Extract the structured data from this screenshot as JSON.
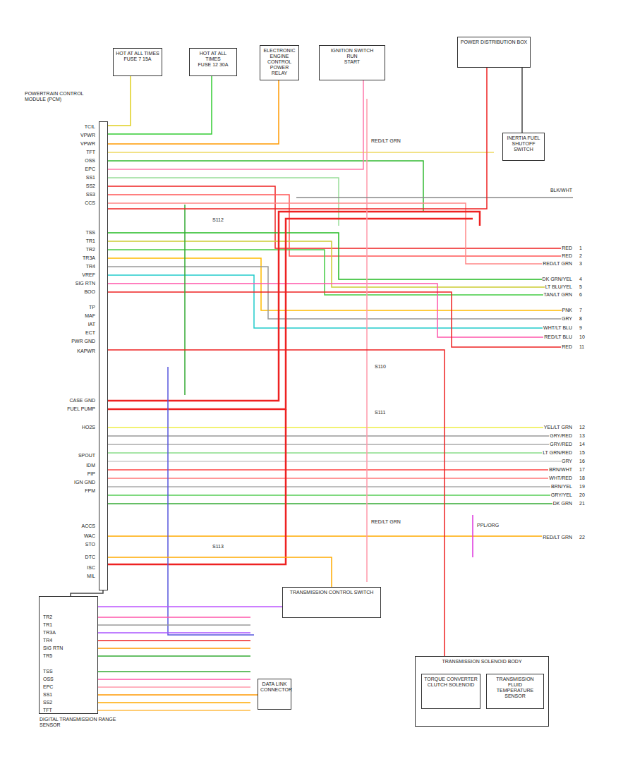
{
  "diagram": {
    "nodes": [
      {
        "text": [
          "POWERTRAIN CONTROL MODULE (PCM)"
        ]
      },
      {
        "text": [
          "DIGITAL TRANSMISSION RANGE SENSOR"
        ]
      },
      {
        "text": [
          "HOT AT ALL TIMES",
          "FUSE 7 15A"
        ]
      },
      {
        "text": [
          "HOT AT ALL TIMES",
          "FUSE 12 30A"
        ]
      },
      {
        "text": [
          "ELECTRONIC ENGINE CONTROL POWER RELAY"
        ]
      },
      {
        "text": [
          "IGNITION SWITCH",
          "RUN",
          "START"
        ]
      },
      {
        "text": [
          "POWER DISTRIBUTION BOX"
        ]
      },
      {
        "text": [
          "TRANSMISSION CONTROL SWITCH"
        ]
      },
      {
        "text": [
          "DATA LINK CONNECTOR"
        ]
      },
      {
        "text": [
          "TRANSMISSION SOLENOID BODY"
        ]
      },
      {
        "text": [
          "TORQUE CONVERTER CLUTCH SOLENOID"
        ],
        "in": 9
      },
      {
        "text": [
          "TRANSMISSION FLUID TEMPERATURE SENSOR"
        ],
        "in": 9
      },
      {
        "text": [
          "INERTIA FUEL SHUTOFF SWITCH"
        ]
      }
    ],
    "edges": [
      {
        "from": 0,
        "to": 2,
        "arrow": "none"
      },
      {
        "from": 0,
        "to": 3,
        "arrow": "none"
      },
      {
        "from": 0,
        "to": 4,
        "arrow": "none"
      },
      {
        "from": 0,
        "to": 5,
        "arrow": "none"
      },
      {
        "from": 0,
        "to": 6,
        "arrow": "none"
      },
      {
        "from": 0,
        "to": 1,
        "arrow": "none"
      },
      {
        "from": 1,
        "to": 7,
        "arrow": "none"
      },
      {
        "from": 1,
        "to": 8,
        "arrow": "none"
      },
      {
        "from": 0,
        "to": 9,
        "arrow": "none"
      },
      {
        "from": 6,
        "to": 12,
        "arrow": "none"
      },
      {
        "from": 0,
        "to": 7,
        "arrow": "none"
      }
    ],
    "labels": [
      "TCIL",
      "VPWR",
      "VPWR",
      "TFT",
      "OSS",
      "EPC",
      "SS1",
      "SS2",
      "SS3",
      "CCS",
      "TSS",
      "TR1",
      "TR2",
      "TR3A",
      "TR4",
      "VREF",
      "SIG RTN",
      "BOO",
      "TP",
      "MAF",
      "IAT",
      "ECT",
      "PWR GND",
      "KAPWR",
      "CASE GND",
      "FUEL PUMP",
      "HO2S",
      "SPOUT",
      "IDM",
      "PIP",
      "IGN GND",
      "FPM",
      "ACCS",
      "WAC",
      "STO",
      "DTC",
      "ISC",
      "MIL",
      "RED",
      "1",
      "RED",
      "2",
      "RED/LT GRN",
      "3",
      "DK GRN/YEL",
      "4",
      "LT BLU/YEL",
      "5",
      "TAN/LT GRN",
      "6",
      "PNK",
      "7",
      "GRY",
      "8",
      "WHT/LT BLU",
      "9",
      "RED/LT BLU",
      "10",
      "RED",
      "11",
      "YEL/LT GRN",
      "12",
      "GRY/RED",
      "13",
      "GRY/RED",
      "14",
      "LT GRN/RED",
      "15",
      "GRY",
      "16",
      "BRN/WHT",
      "17",
      "WHT/RED",
      "18",
      "BRN/YEL",
      "19",
      "GRY/YEL",
      "20",
      "DK GRN",
      "21",
      "RED/LT GRN",
      "22",
      "TR2",
      "TR1",
      "TR3A",
      "TR4",
      "SIG RTN",
      "TR5",
      "TSS",
      "OSS",
      "EPC",
      "SS1",
      "SS2",
      "TFT",
      "BLK/WHT",
      "RED/LT GRN",
      "RED/LT GRN",
      "PPL/ORG",
      "S110",
      "S111",
      "S112",
      "S113"
    ]
  }
}
